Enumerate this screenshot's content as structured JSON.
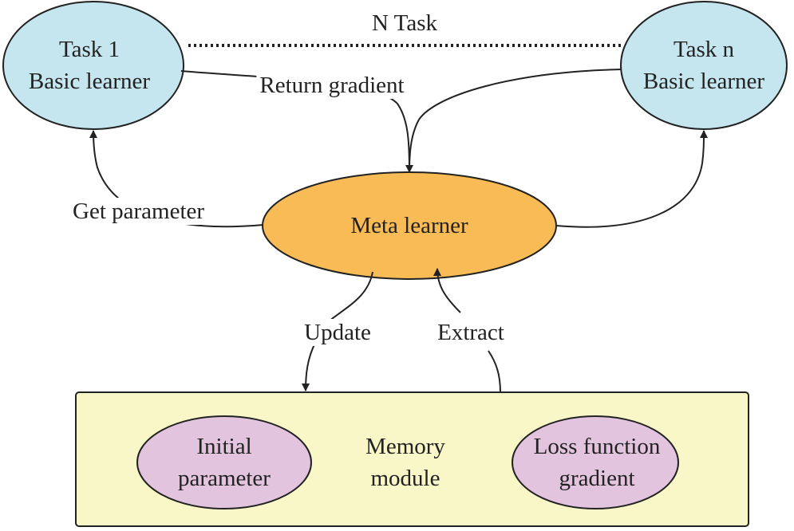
{
  "title": "N Task",
  "nodes": {
    "task1": {
      "line1": "Task 1",
      "line2": "Basic learner"
    },
    "taskn": {
      "line1": "Task n",
      "line2": "Basic learner"
    },
    "meta": {
      "label": "Meta learner"
    },
    "memory": {
      "label_line1": "Memory",
      "label_line2": "module"
    },
    "initial_param": {
      "line1": "Initial",
      "line2": "parameter"
    },
    "loss_grad": {
      "line1": "Loss function",
      "line2": "gradient"
    }
  },
  "edges": {
    "return_gradient": "Return gradient",
    "get_parameter": "Get parameter",
    "update": "Update",
    "extract": "Extract"
  },
  "colors": {
    "task_fill": "#c5e6ee",
    "meta_fill": "#f9bb55",
    "memory_fill": "#f9f6c7",
    "inner_fill": "#e2c4de",
    "stroke": "#222222"
  }
}
